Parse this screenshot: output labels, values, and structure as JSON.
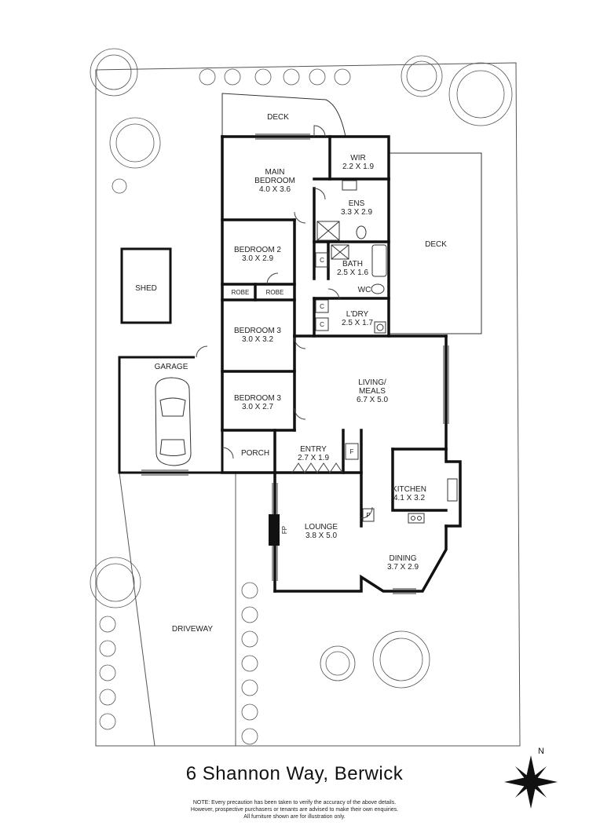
{
  "property": {
    "address": "6 Shannon Way, Berwick"
  },
  "rooms": {
    "deck_top": {
      "name": "DECK"
    },
    "wir": {
      "name": "WIR",
      "dims": "2.2 X 1.9"
    },
    "main_bedroom": {
      "name": "MAIN",
      "name2": "BEDROOM",
      "dims": "4.0 X 3.6"
    },
    "ens": {
      "name": "ENS",
      "dims": "3.3 X 2.9"
    },
    "deck_right": {
      "name": "DECK"
    },
    "bedroom2": {
      "name": "BEDROOM 2",
      "dims": "3.0 X 2.9"
    },
    "bath": {
      "name": "BATH",
      "dims": "2.5 X 1.6"
    },
    "robe_left": {
      "name": "ROBE"
    },
    "robe_right": {
      "name": "ROBE"
    },
    "wc": {
      "name": "WC"
    },
    "shed": {
      "name": "SHED"
    },
    "bedroom3a": {
      "name": "BEDROOM 3",
      "dims": "3.0 X 3.2"
    },
    "ldry": {
      "name": "L'DRY",
      "dims": "2.5 X 1.7"
    },
    "garage": {
      "name": "GARAGE"
    },
    "living": {
      "name": "LIVING/",
      "name2": "MEALS",
      "dims": "6.7 X 5.0"
    },
    "bedroom3b": {
      "name": "BEDROOM 3",
      "dims": "3.0 X 2.7"
    },
    "porch": {
      "name": "PORCH"
    },
    "entry": {
      "name": "ENTRY",
      "dims": "2.7 X 1.9"
    },
    "kitchen": {
      "name": "KITCHEN",
      "dims": "4.1 X 3.2"
    },
    "lounge": {
      "name": "LOUNGE",
      "dims": "3.8 X 5.0"
    },
    "dining": {
      "name": "DINING",
      "dims": "3.7 X 2.9"
    },
    "driveway": {
      "name": "DRIVEWAY"
    }
  },
  "fixtures": {
    "cupboard": "C",
    "fridge": "F",
    "pantry": "P",
    "fireplace": "FP"
  },
  "compass": {
    "north": "N"
  },
  "notes": {
    "line1": "NOTE: Every precaution has been taken to verify the accuracy of the above details.",
    "line2": "However, prospective purchasers or tenants are advised to make their own enquiries.",
    "line3": "All furniture shown are for illustration only."
  }
}
